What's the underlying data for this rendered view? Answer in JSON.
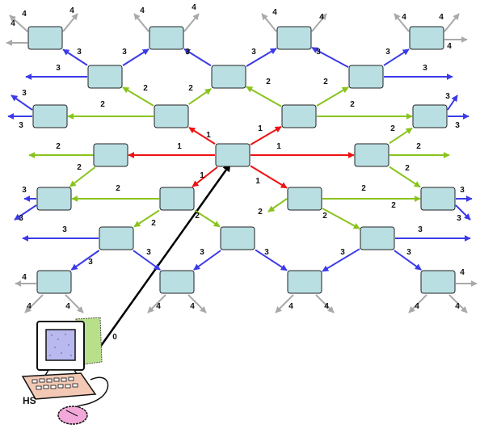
{
  "colors": {
    "level0": "#000000",
    "level1": "#ee1111",
    "level2": "#88c41c",
    "level3": "#3a3ae8",
    "level4": "#a9a9a9",
    "node_fill": "#b9dfe3"
  },
  "host_label": "HS",
  "labels": {
    "l0": "0",
    "l1": "1",
    "l2": "2",
    "l3": "3",
    "l4": "4"
  },
  "icons": [
    "computer-icon",
    "mouse-icon"
  ]
}
